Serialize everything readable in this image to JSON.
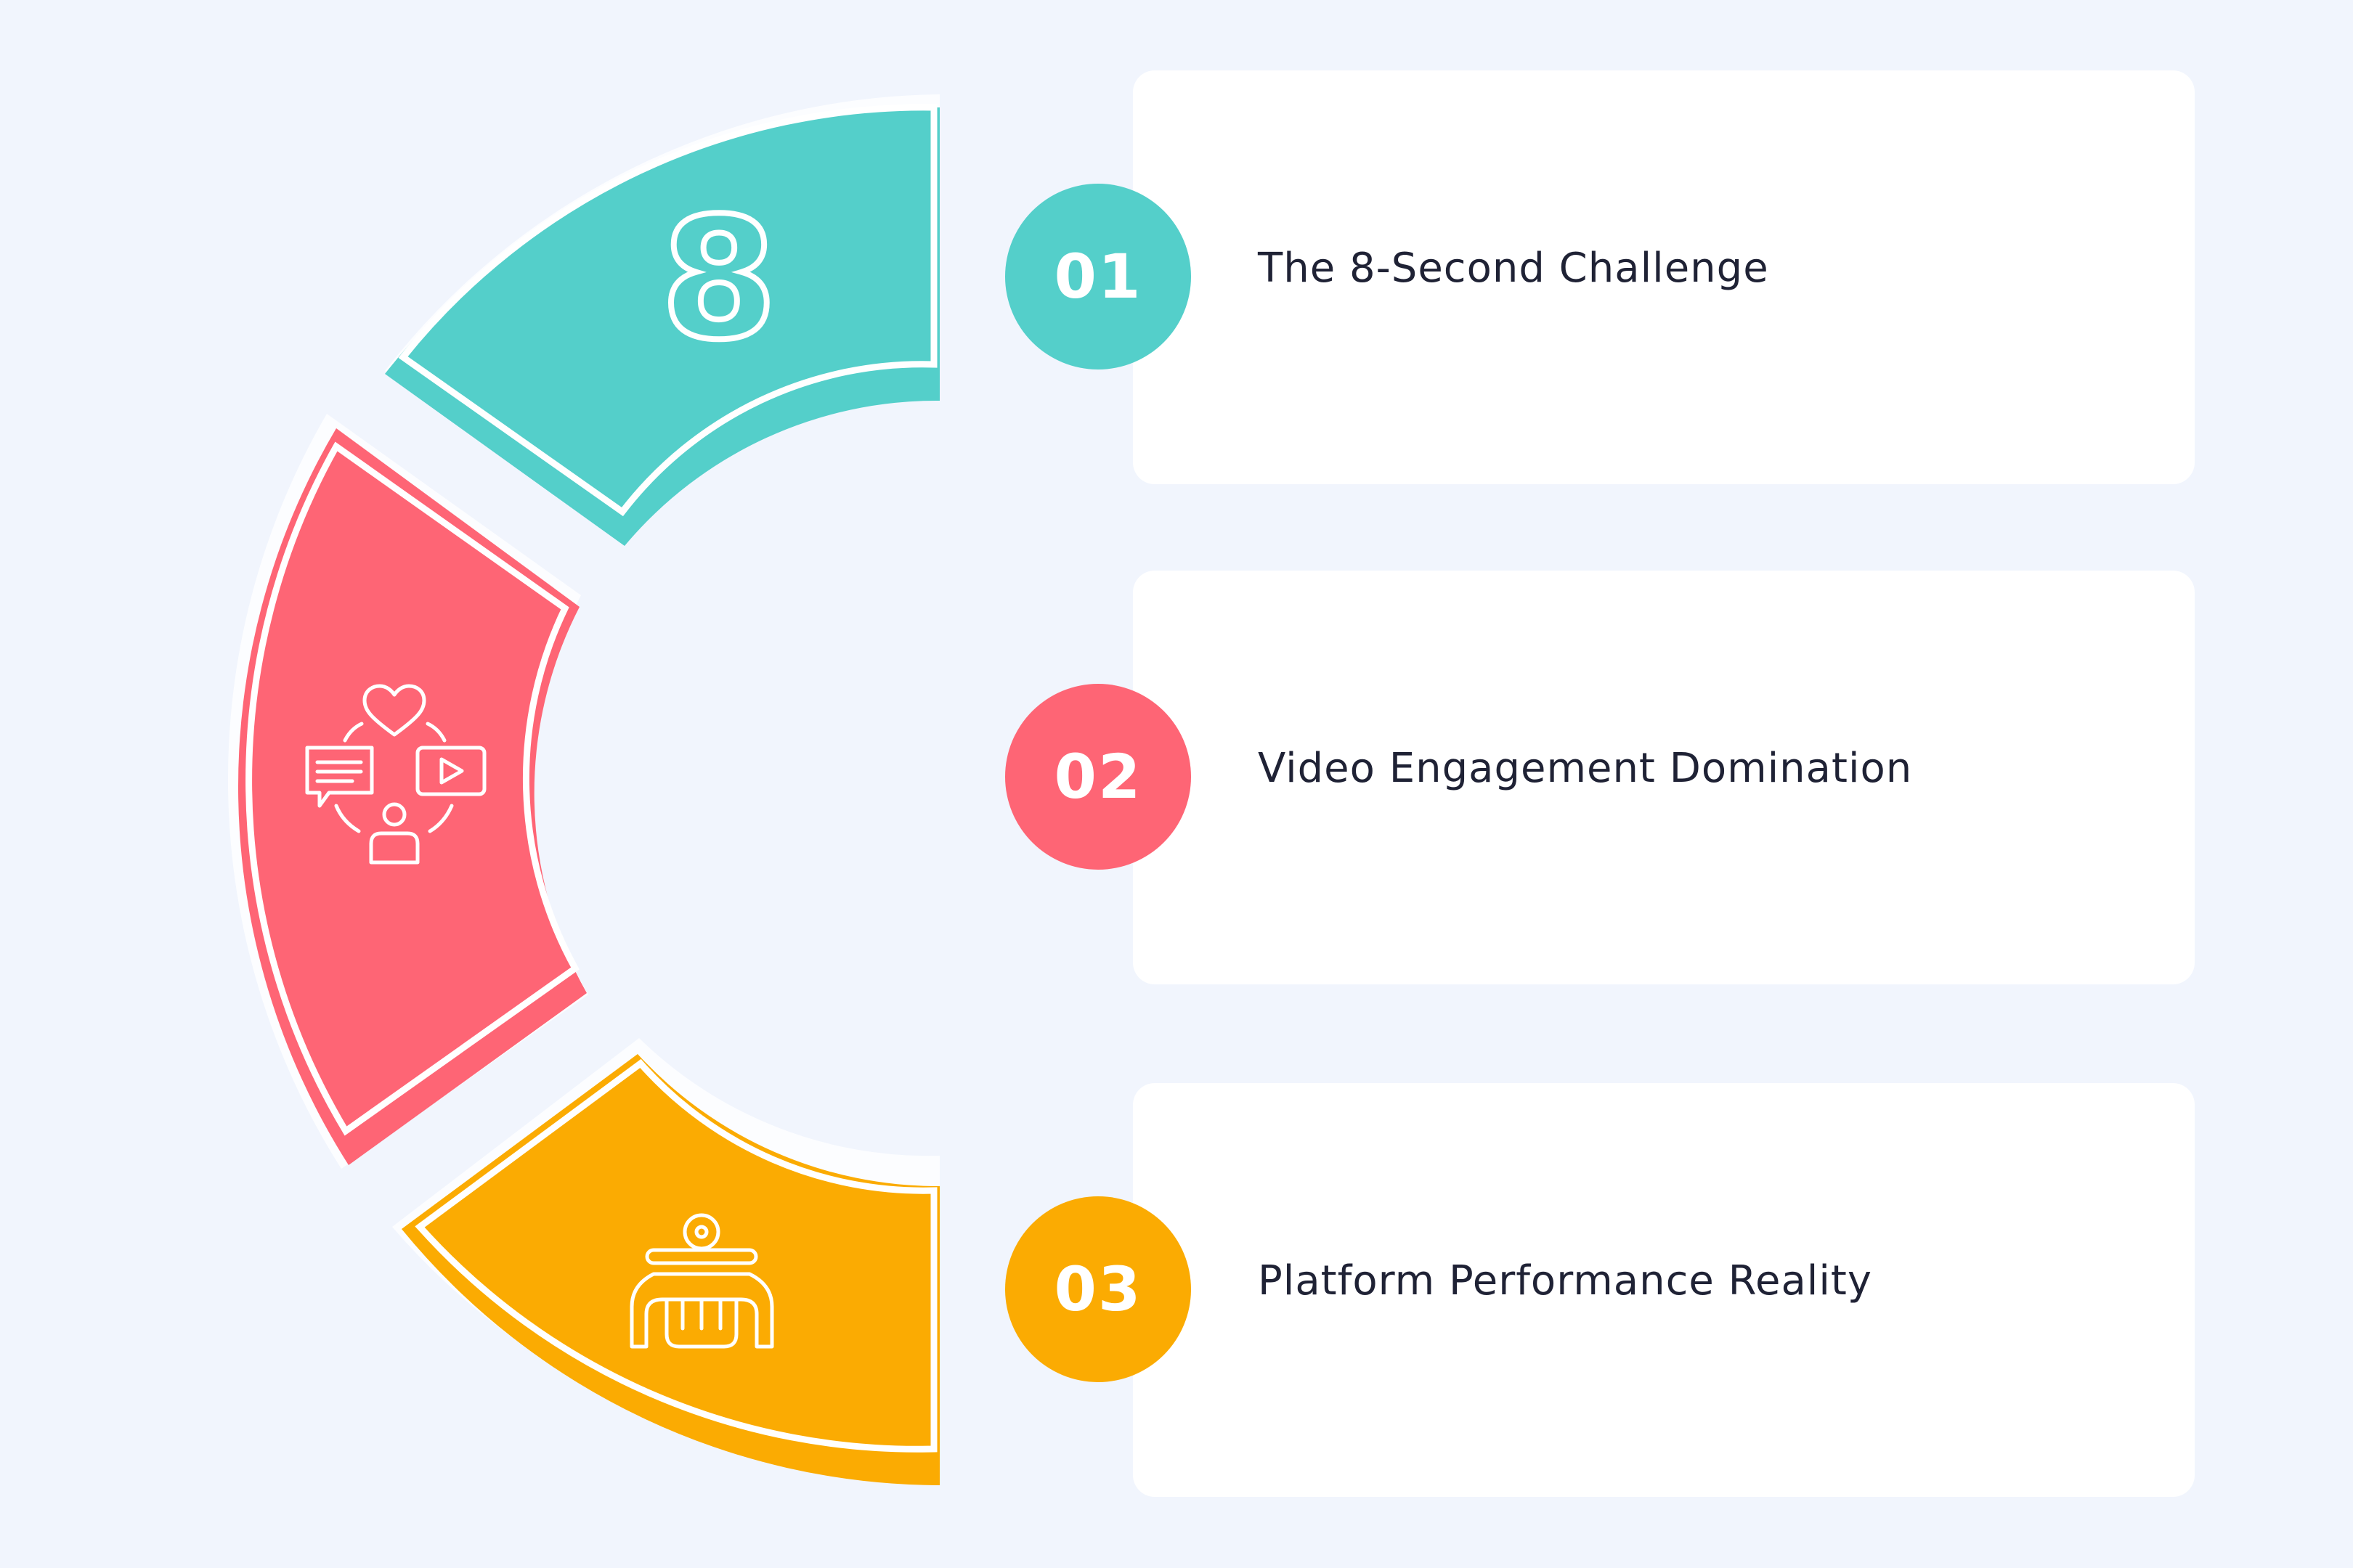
{
  "colors": {
    "background": "#f1f5fd",
    "teal": "#54cfca",
    "coral": "#fe6575",
    "amber": "#fbab02",
    "text": "#1f2235",
    "card": "#ffffff"
  },
  "segments": [
    {
      "icon": "digit-eight-icon",
      "glyph": "8",
      "color": "#54cfca"
    },
    {
      "icon": "social-engagement-icon",
      "color": "#fe6575"
    },
    {
      "icon": "platform-performance-icon",
      "color": "#fbab02"
    }
  ],
  "items": [
    {
      "number": "01",
      "label": "The 8-Second Challenge",
      "color": "#54cfca"
    },
    {
      "number": "02",
      "label": "Video Engagement Domination",
      "color": "#fe6575"
    },
    {
      "number": "03",
      "label": "Platform Performance Reality",
      "color": "#fbab02"
    }
  ]
}
